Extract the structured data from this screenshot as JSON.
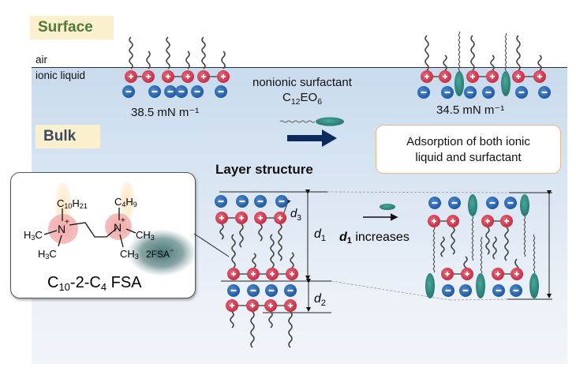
{
  "labels": {
    "surface": "Surface",
    "bulk": "Bulk",
    "air": "air",
    "ionic_liquid": "ionic liquid",
    "tension_before": "38.5 mN m⁻¹",
    "tension_after": "34.5 mN m⁻¹",
    "surfactant_name": "nonionic surfactant",
    "surfactant_formula_c": "C",
    "surfactant_formula_c_sub": "12",
    "surfactant_formula_eo": "EO",
    "surfactant_formula_eo_sub": "6",
    "adsorption_line1": "Adsorption of both ionic",
    "adsorption_line2": "liquid and surfactant",
    "layer_structure": "Layer structure",
    "d1": "d",
    "d1_sub": "1",
    "d2_sub": "2",
    "d3_sub": "3",
    "d1_increases": "increases"
  },
  "molecule": {
    "left_chain": "C10H21",
    "right_chain": "C4H9",
    "left_methyl_1": "H3C",
    "left_methyl_2": "H3C",
    "right_methyl_1": "CH3",
    "right_methyl_2": "CH3",
    "nitrogen": "N",
    "charge": "+",
    "counterion": "2FSA",
    "counterion_charge": "−",
    "name_c1": "C",
    "name_c1_sub": "10",
    "name_mid": "-2-C",
    "name_c2_sub": "4",
    "name_tail": " FSA"
  },
  "colors": {
    "cation": "#d63a4e",
    "anion": "#2f6db3",
    "surfactant_head": "#2f8a80",
    "arrow_main": "#0d2a5e",
    "surface_tag_text": "#4f7a3a",
    "adsorption_border": "#e9b887"
  }
}
